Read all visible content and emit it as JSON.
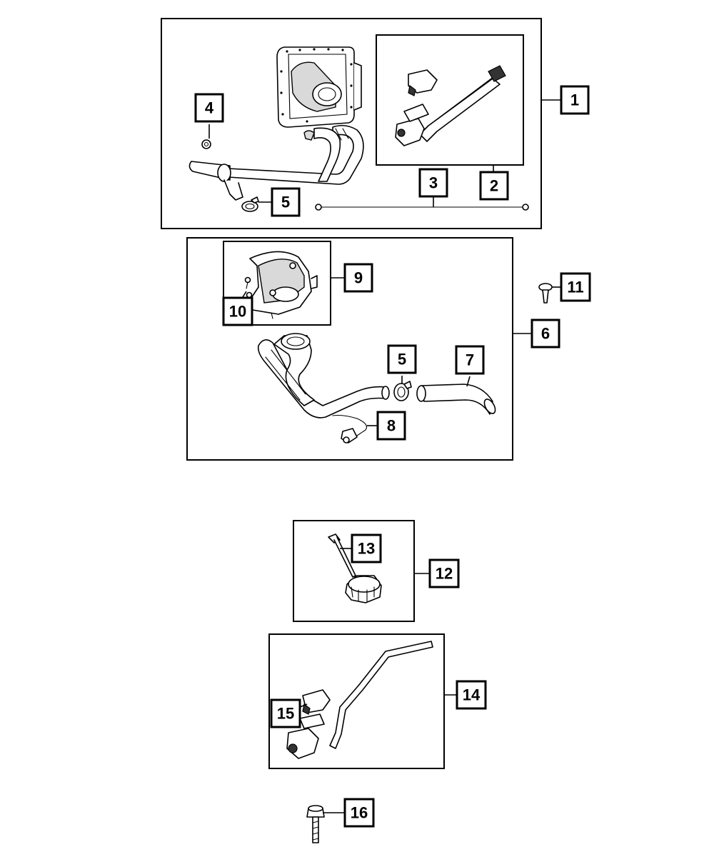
{
  "callouts": [
    {
      "id": "1",
      "label": "1"
    },
    {
      "id": "2",
      "label": "2"
    },
    {
      "id": "3",
      "label": "3"
    },
    {
      "id": "4",
      "label": "4"
    },
    {
      "id": "5a",
      "label": "5"
    },
    {
      "id": "6",
      "label": "6"
    },
    {
      "id": "5b",
      "label": "5"
    },
    {
      "id": "7",
      "label": "7"
    },
    {
      "id": "8",
      "label": "8"
    },
    {
      "id": "9",
      "label": "9"
    },
    {
      "id": "10",
      "label": "10"
    },
    {
      "id": "11",
      "label": "11"
    },
    {
      "id": "12",
      "label": "12"
    },
    {
      "id": "13",
      "label": "13"
    },
    {
      "id": "14",
      "label": "14"
    },
    {
      "id": "15",
      "label": "15"
    },
    {
      "id": "16",
      "label": "16"
    }
  ]
}
